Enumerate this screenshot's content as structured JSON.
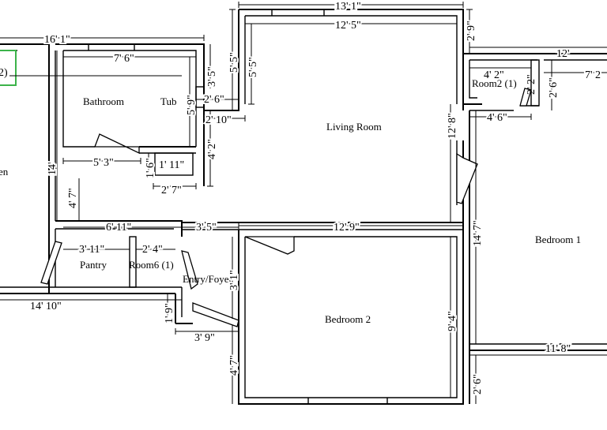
{
  "rooms": {
    "bathroom": "Bathroom",
    "tub": "Tub",
    "kitchen_partial": "en",
    "pantry": "Pantry",
    "room6": "Room6  (1)",
    "entry": "Entry/Foyer",
    "living": "Living Room",
    "bedroom2": "Bedroom 2",
    "bedroom1": "Bedroom 1",
    "room2": "Room2  (1)"
  },
  "dimensions": {
    "top_overall": "13' 1\"",
    "living_top": "12' 5\"",
    "left_top": "16' 1\"",
    "bath_top": "7' 6\"",
    "v_5_5_a": "5' 5\"",
    "v_5_5_b": "5' 5\"",
    "v_3_5": "3' 5\"",
    "v_5_9": "5' 9\"",
    "h_2_6": "2' 6\"",
    "h_2_10": "2' 10\"",
    "v_4_2": "4' 2\"",
    "v_14": "14'",
    "h_5_3": "5' 3\"",
    "v_1_6": "1' 6\"",
    "closet": "1' 11\"",
    "h_2_7": "2' 7\"",
    "v_4_7_a": "4' 7\"",
    "h_6_11": "6' 11\"",
    "h_3_5": "3' 5\"",
    "living_bottom": "12' 9\"",
    "pantry_w": "3' 11\"",
    "room6_w": "2' 4\"",
    "v_3_1": "3' 1\"",
    "bottom_left": "14' 10\"",
    "v_1_9": "1' 9\"",
    "h_3_9": "3' 9\"",
    "v_4_7_b": "4' 7\"",
    "v_9_4": "9' 4\"",
    "v_12_8": "12' 8\"",
    "v_14_7": "14' 7\"",
    "v_2_9": "2' 9\"",
    "v_2_6_a": "2' 6\"",
    "h_12": "12'",
    "h_4_2": "4' 2\"",
    "h_4_6": "4' 6\"",
    "h_7_2": "7' 2",
    "v_2_6_b": "2' 6\"",
    "v_2_2": "2' 2\"",
    "h_11_8": "11' 8\"",
    "left_edge": "2)"
  }
}
